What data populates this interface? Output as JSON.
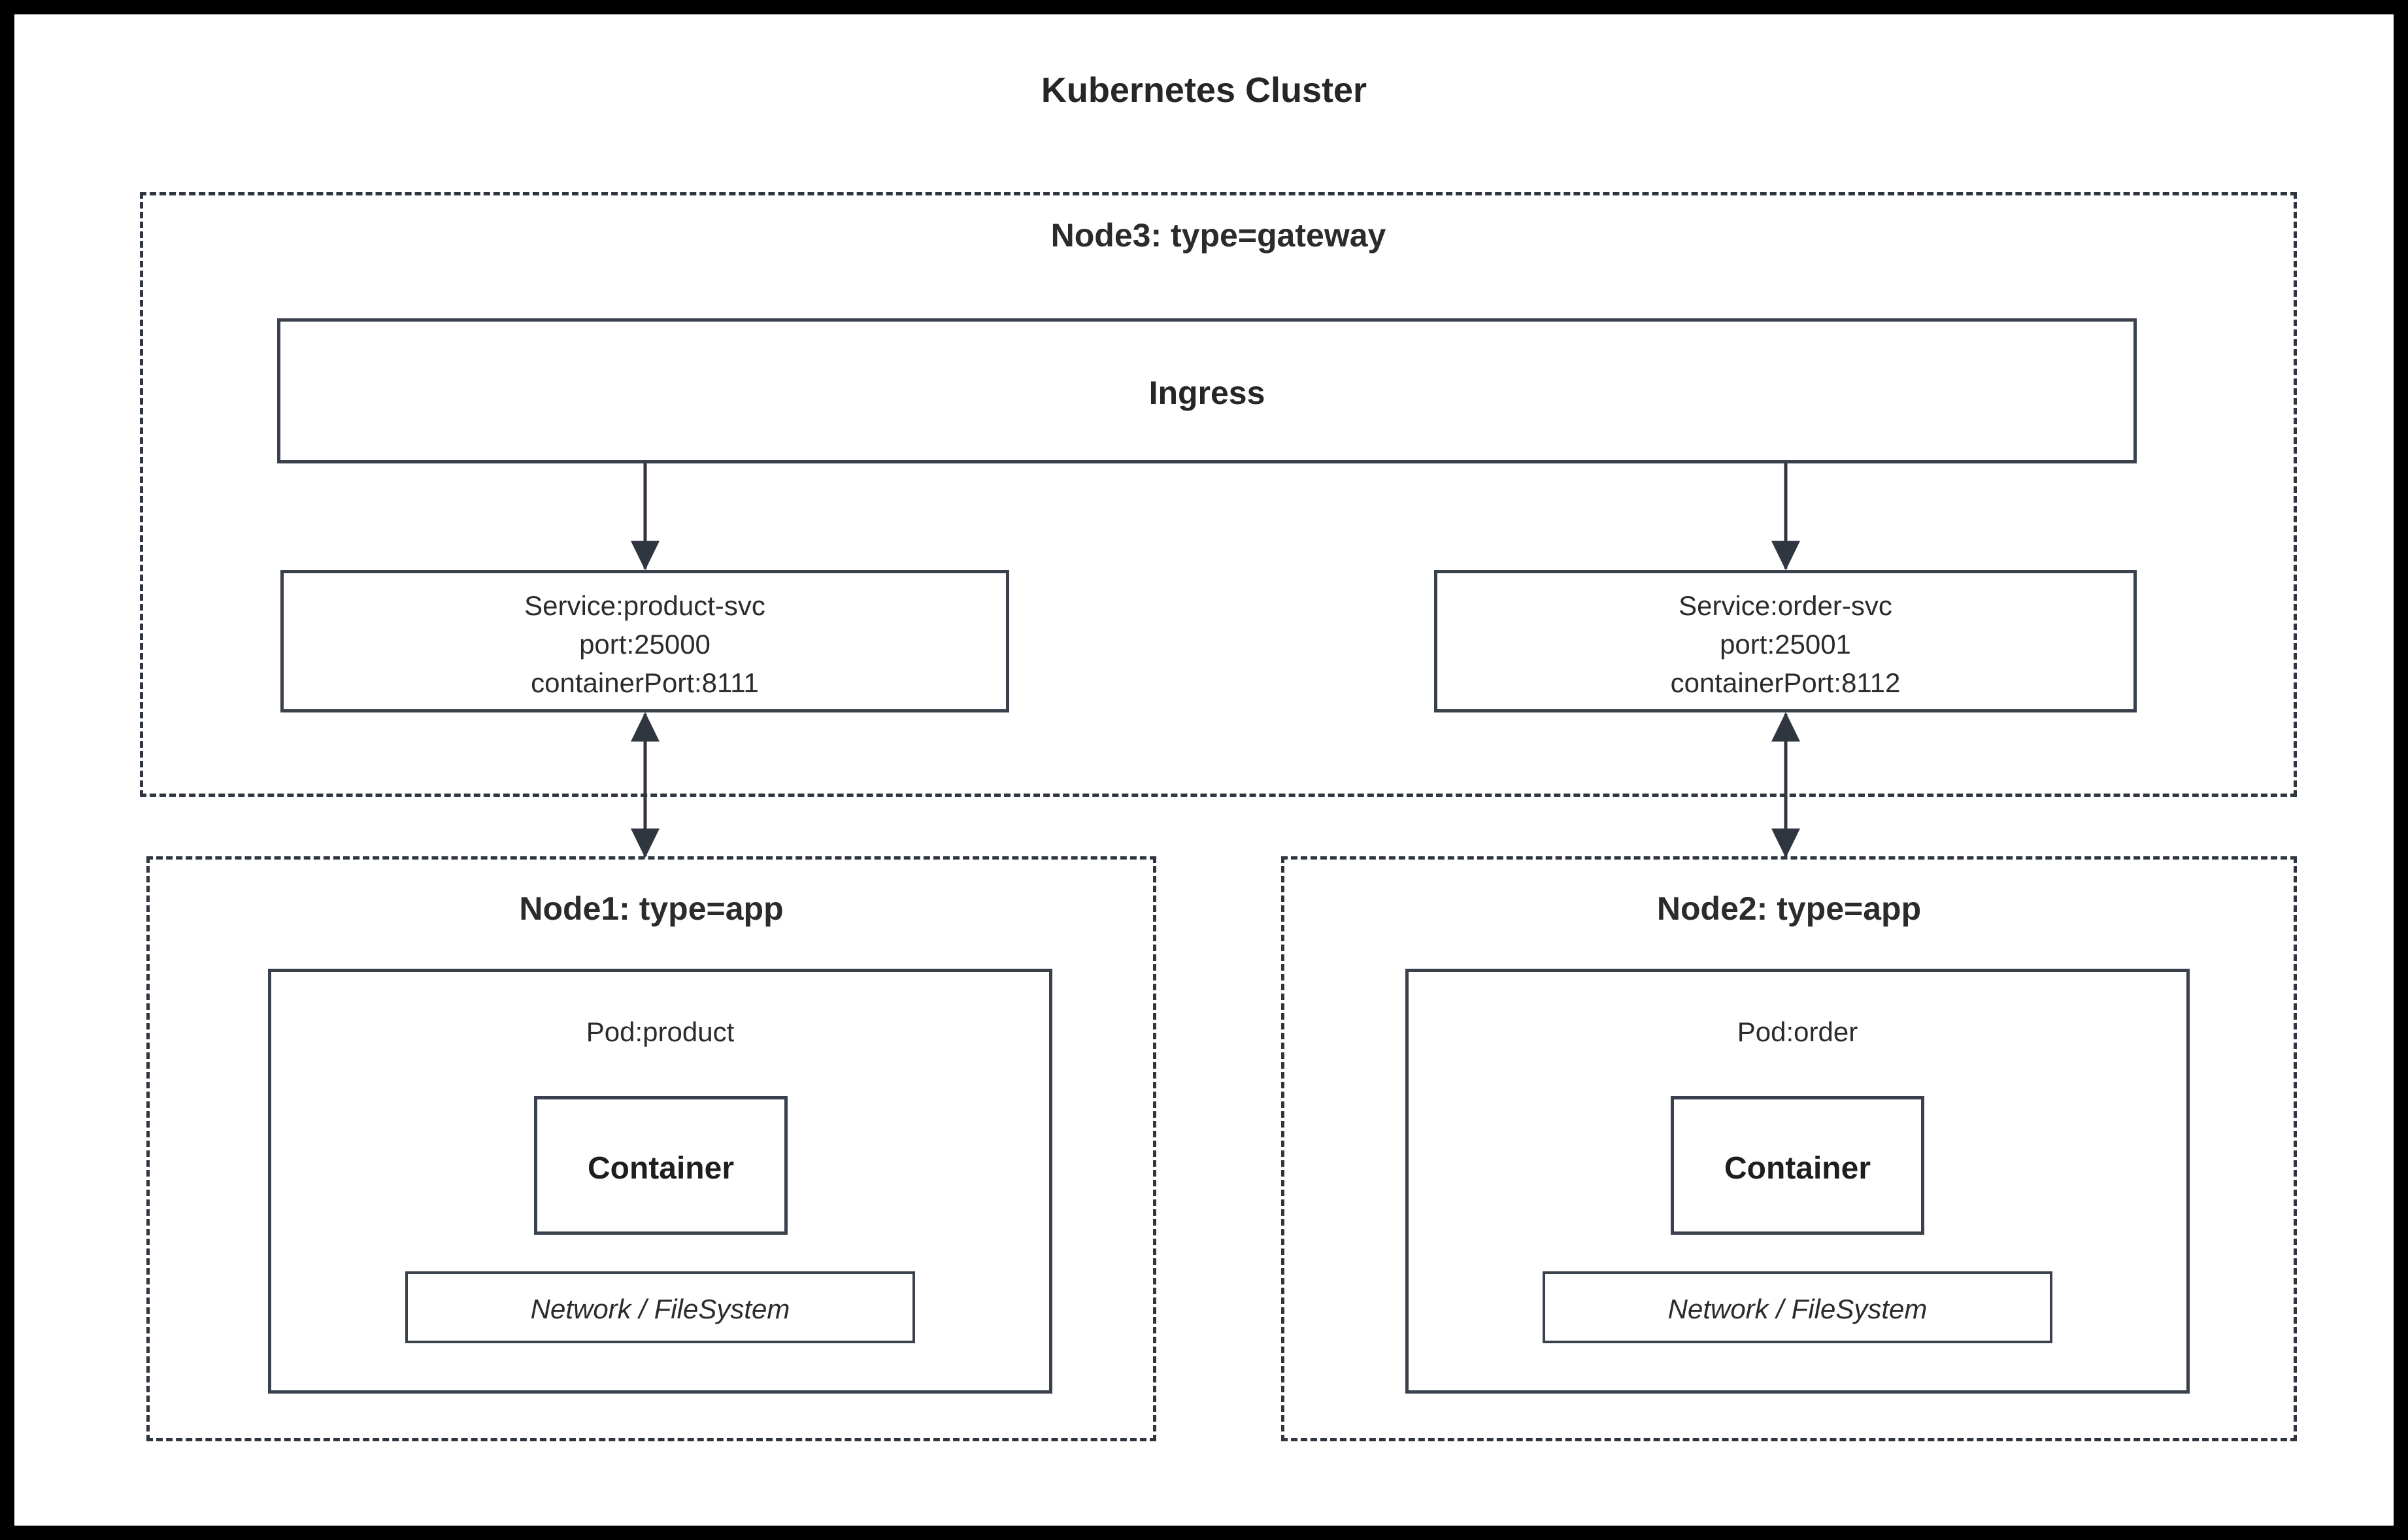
{
  "diagram": {
    "title": "Kubernetes Cluster",
    "nodes": [
      {
        "id": "node3",
        "title": "Node3: type=gateway",
        "ingress": {
          "label": "Ingress"
        },
        "services": [
          {
            "id": "product-svc",
            "name": "Service:product-svc",
            "port": "port:25000",
            "container_port": "containerPort:8111"
          },
          {
            "id": "order-svc",
            "name": "Service:order-svc",
            "port": "port:25001",
            "container_port": "containerPort:8112"
          }
        ]
      },
      {
        "id": "node1",
        "title": "Node1: type=app",
        "pod": {
          "label": "Pod:product",
          "container_label": "Container",
          "netfs_label": "Network / FileSystem"
        }
      },
      {
        "id": "node2",
        "title": "Node2: type=app",
        "pod": {
          "label": "Pod:order",
          "container_label": "Container",
          "netfs_label": "Network / FileSystem"
        }
      }
    ],
    "connections": [
      {
        "from": "ingress",
        "to": "product-svc",
        "kind": "arrow-down"
      },
      {
        "from": "ingress",
        "to": "order-svc",
        "kind": "arrow-down"
      },
      {
        "from": "product-svc",
        "to": "node1",
        "kind": "arrow-bidirectional"
      },
      {
        "from": "order-svc",
        "to": "node2",
        "kind": "arrow-bidirectional"
      }
    ],
    "colors": {
      "canvas": "#ffffff",
      "frame": "#000000",
      "stroke": "#3a414d",
      "dashed_stroke": "#2f3640",
      "text": "#2b2b2b"
    }
  }
}
